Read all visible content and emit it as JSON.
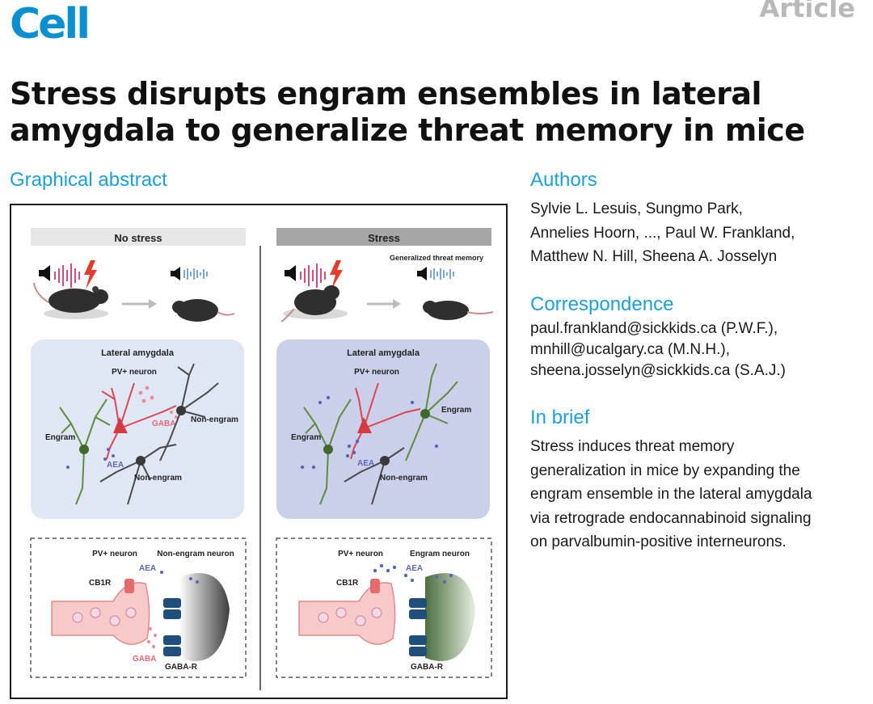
{
  "header": {
    "logo_text": "Cell",
    "article_type": "Article",
    "title": "Stress disrupts engram ensembles in lateral amygdala to generalize threat memory in mice"
  },
  "graphical_abstract": {
    "heading": "Graphical abstract",
    "left_panel": {
      "header": "No stress",
      "amygdala": {
        "title": "Lateral amygdala",
        "pv_label": "PV+ neuron",
        "gaba_label": "GABA",
        "engram_label": "Engram",
        "aea_label": "AEA",
        "non_engram_right": "Non-engram",
        "non_engram_bottom": "Non-engram"
      },
      "synapse": {
        "pv_label": "PV+ neuron",
        "target_label": "Non-engram neuron",
        "aea_label": "AEA",
        "cb1r_label": "CB1R",
        "gaba_label": "GABA",
        "gaba_r_label": "GABA-R"
      }
    },
    "right_panel": {
      "header": "Stress",
      "memory_label": "Generalized threat memory",
      "amygdala": {
        "title": "Lateral amygdala",
        "pv_label": "PV+ neuron",
        "engram_right": "Engram",
        "engram_left": "Engram",
        "aea_label": "AEA",
        "non_engram_bottom": "Non-engram"
      },
      "synapse": {
        "pv_label": "PV+ neuron",
        "target_label": "Engram neuron",
        "aea_label": "AEA",
        "cb1r_label": "CB1R",
        "gaba_r_label": "GABA-R"
      }
    },
    "colors": {
      "stress_header": "#a6a6a6",
      "nostress_header": "#e6e6e6",
      "amygdala_nostress": "#dfe7f5",
      "amygdala_stress": "#cbd0ea",
      "pv_neuron": "#e0434f",
      "engram_green": "#5f8b3e",
      "non_engram": "#4a4a4a",
      "aea": "#5b66b8"
    },
    "icons": [
      "speaker-icon",
      "lightning-icon",
      "mouse-icon",
      "arrow-icon",
      "gaba-receptor-icon",
      "cb1r-receptor-icon"
    ]
  },
  "authors": {
    "heading": "Authors",
    "lines": [
      "Sylvie L. Lesuis, Sungmo Park,",
      "Annelies Hoorn, ..., Paul W. Frankland,",
      "Matthew N. Hill, Sheena A. Josselyn"
    ]
  },
  "correspondence": {
    "heading": "Correspondence",
    "lines": [
      "paul.frankland@sickkids.ca (P.W.F.),",
      "mnhill@ucalgary.ca (M.N.H.),",
      "sheena.josselyn@sickkids.ca (S.A.J.)"
    ]
  },
  "in_brief": {
    "heading": "In brief",
    "lines": [
      "Stress induces threat memory",
      "generalization in mice by expanding the",
      "engram ensemble in the lateral amygdala",
      "via retrograde endocannabinoid signaling",
      "on parvalbumin-positive interneurons."
    ]
  }
}
